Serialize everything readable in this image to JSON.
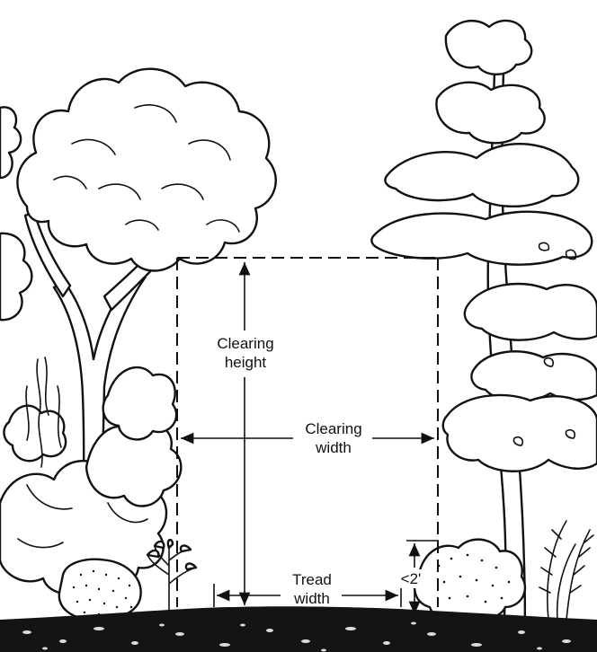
{
  "labels": {
    "clearing_height": [
      "Clearing",
      "height"
    ],
    "clearing_width": [
      "Clearing",
      "width"
    ],
    "tread_width": [
      "Tread",
      "width"
    ],
    "side_clearance": "<2'"
  }
}
